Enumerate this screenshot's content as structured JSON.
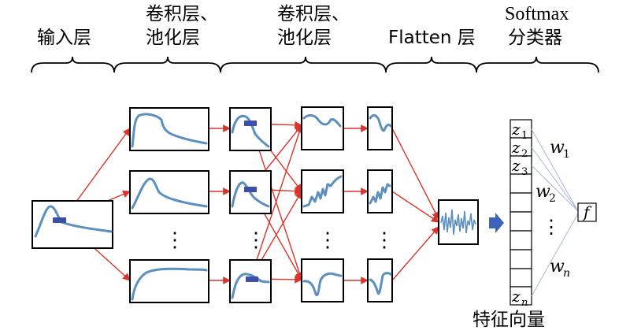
{
  "stage_labels": {
    "input": "输入层",
    "conv1_line1": "卷积层、",
    "conv1_line2": "池化层",
    "conv2_line1": "卷积层、",
    "conv2_line2": "池化层",
    "flatten": "Flatten 层",
    "softmax_line1": "Softmax",
    "softmax_line2": "分类器"
  },
  "feature_vector_label": "特征向量",
  "vector_cells": {
    "z1": "z",
    "z1_sub": "1",
    "z2": "z",
    "z2_sub": "2",
    "z3": "z",
    "z3_sub": "3",
    "zn": "z",
    "zn_sub": "n"
  },
  "weights": {
    "w1": "w",
    "w1_sub": "1",
    "w2": "w",
    "w2_sub": "2",
    "wn": "w",
    "wn_sub": "n"
  },
  "output_label": "f",
  "ellipsis": "⋮",
  "colors": {
    "curve": "#5b8fbf",
    "arrow": "#d9352b",
    "kernel": "#3e4fa8",
    "flatten_arrow": "#3d64b8"
  }
}
